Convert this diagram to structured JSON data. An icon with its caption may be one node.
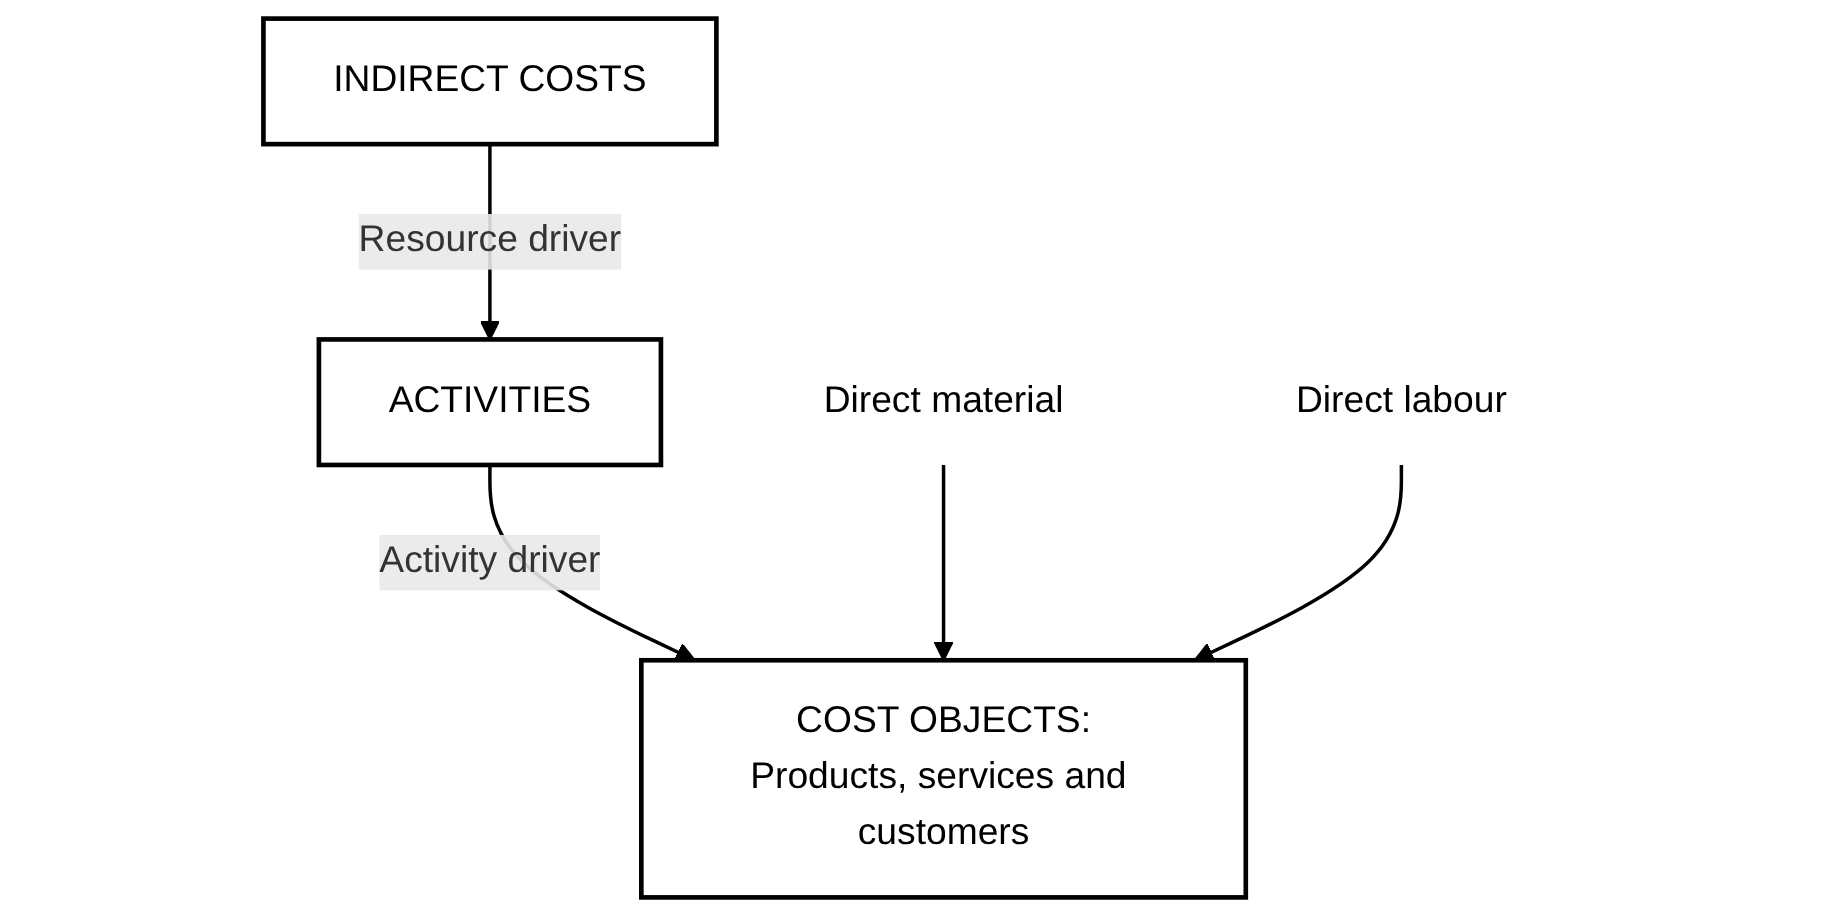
{
  "diagram": {
    "nodes": [
      {
        "text": [
          "INDIRECT COSTS"
        ]
      },
      {
        "text": [
          "ACTIVITIES"
        ]
      },
      {
        "text": [
          "COST OBJECTS:",
          "Products, services and customers"
        ]
      },
      {
        "text": [
          "Direct material"
        ]
      },
      {
        "text": [
          "Direct labour"
        ]
      }
    ],
    "edges": [
      {
        "from": 0,
        "to": 1,
        "arrow": "to",
        "label": "Resource driver"
      },
      {
        "from": 1,
        "to": 2,
        "arrow": "to",
        "label": "Activity driver"
      },
      {
        "from": 3,
        "to": 2,
        "arrow": "to"
      },
      {
        "from": 4,
        "to": 2,
        "arrow": "to"
      }
    ]
  }
}
